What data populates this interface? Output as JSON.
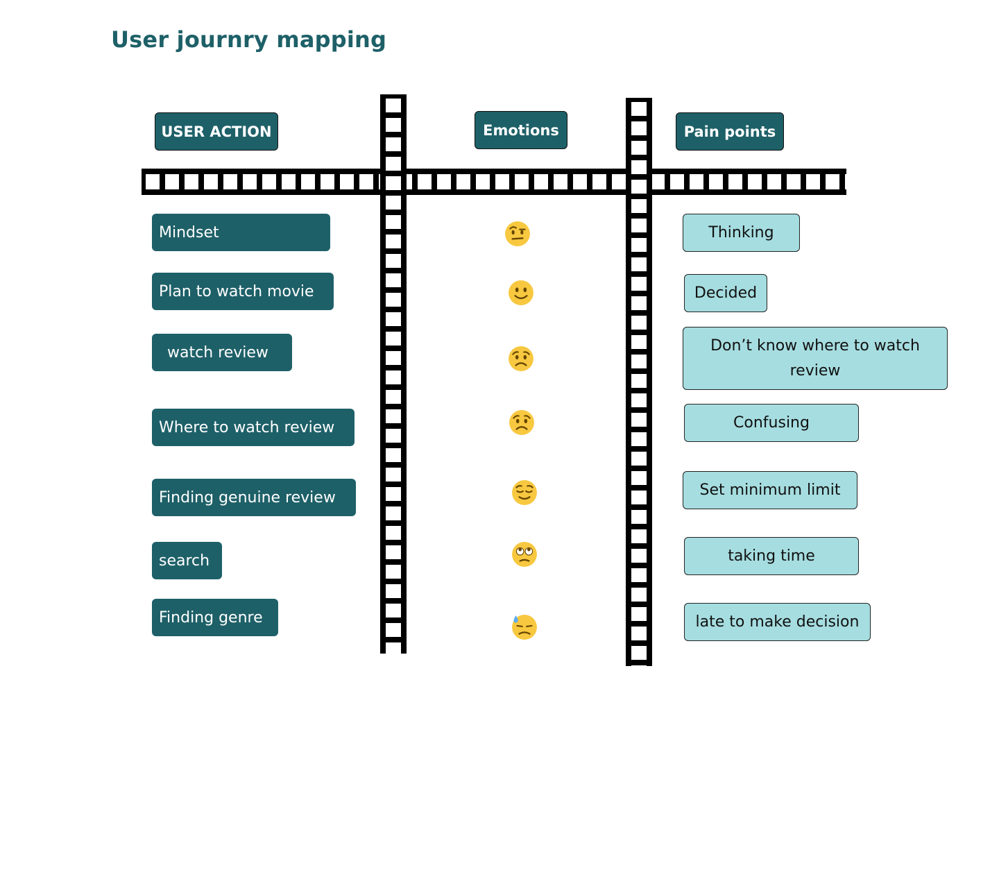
{
  "title": "User journry mapping",
  "headers": {
    "user_action": "USER ACTION",
    "emotions": "Emotions",
    "pain_points": "Pain points"
  },
  "user_actions": [
    "Mindset",
    "Plan to watch movie",
    "watch review",
    "Where to watch review",
    "Finding genuine review",
    "search",
    "Finding genre"
  ],
  "emotions": [
    "raised-eyebrow-face-icon",
    "slightly-smiling-face-icon",
    "worried-face-icon",
    "worried-face-icon",
    "relieved-face-icon",
    "eye-roll-face-icon",
    "downcast-sweat-face-icon"
  ],
  "pain_points": [
    "Thinking",
    "Decided",
    "Don’t know where to watch review",
    "Confusing",
    "Set minimum limit",
    "taking time",
    "late to make decision"
  ],
  "colors": {
    "primary": "#1e6068",
    "secondary": "#a6dde0",
    "emoji": "#f7c840"
  }
}
